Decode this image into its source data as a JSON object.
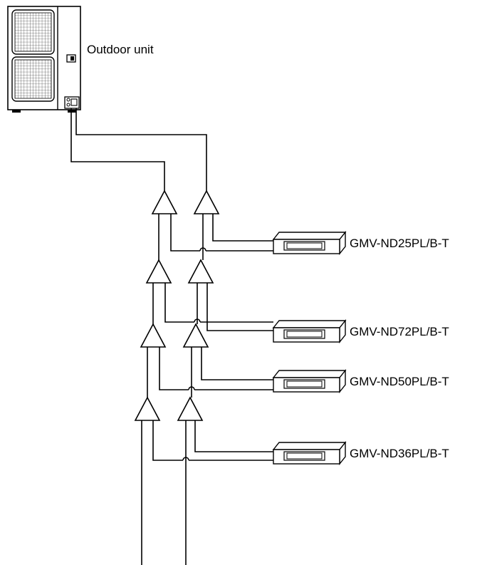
{
  "diagram": {
    "outdoor_unit": {
      "label": "Outdoor unit"
    },
    "indoor_units": [
      {
        "label": "GMV-ND25PL/B-T"
      },
      {
        "label": "GMV-ND72PL/B-T"
      },
      {
        "label": "GMV-ND50PL/B-T"
      },
      {
        "label": "GMV-ND36PL/B-T"
      }
    ],
    "colors": {
      "line": "#000000",
      "background": "#ffffff",
      "grille": "#cccccc"
    }
  }
}
